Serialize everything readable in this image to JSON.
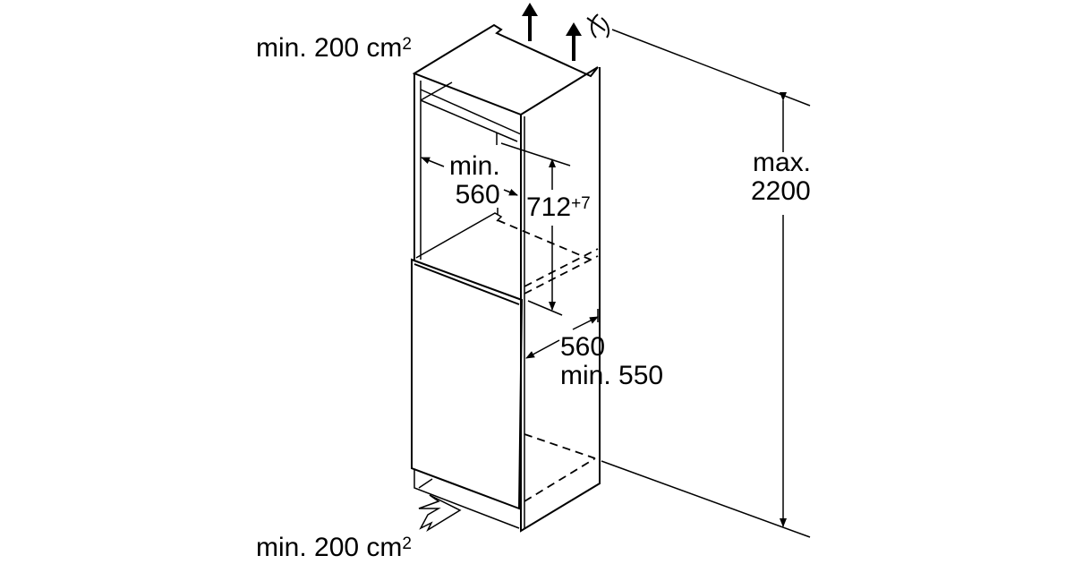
{
  "labels": {
    "top_vent": {
      "text": "min. 200 cm",
      "sup": "2"
    },
    "bottom_vent": {
      "text": "min. 200 cm",
      "sup": "2"
    },
    "niche_width": {
      "line1": "min.",
      "line2": "560"
    },
    "niche_height": {
      "text": "712",
      "sup": "+7"
    },
    "depth": {
      "line1": "560",
      "line2": "min. 550"
    },
    "max_height": {
      "line1": "max.",
      "line2": "2200"
    }
  }
}
